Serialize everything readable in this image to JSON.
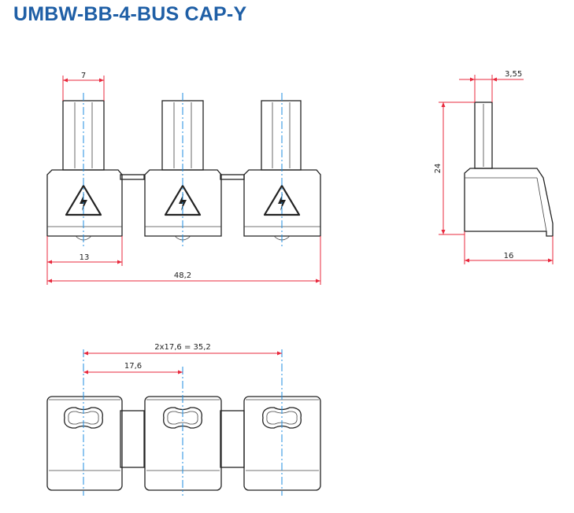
{
  "title": "UMBW-BB-4-BUS CAP-Y",
  "front_view": {
    "dim_pin_width": "7",
    "dim_cap_width": "13",
    "dim_overall_width": "48,2"
  },
  "side_view": {
    "dim_pin_thickness": "3,55",
    "dim_height": "24",
    "dim_depth": "16"
  },
  "top_view": {
    "dim_pitch": "17,6",
    "dim_total_pitch": "2x17,6 = 35,2"
  },
  "colors": {
    "title": "#1f5fa6",
    "dimension": "#e8283c",
    "centerline": "#1f8ee0",
    "outline": "#222222"
  },
  "icons": [
    "high-voltage-warning-icon"
  ]
}
